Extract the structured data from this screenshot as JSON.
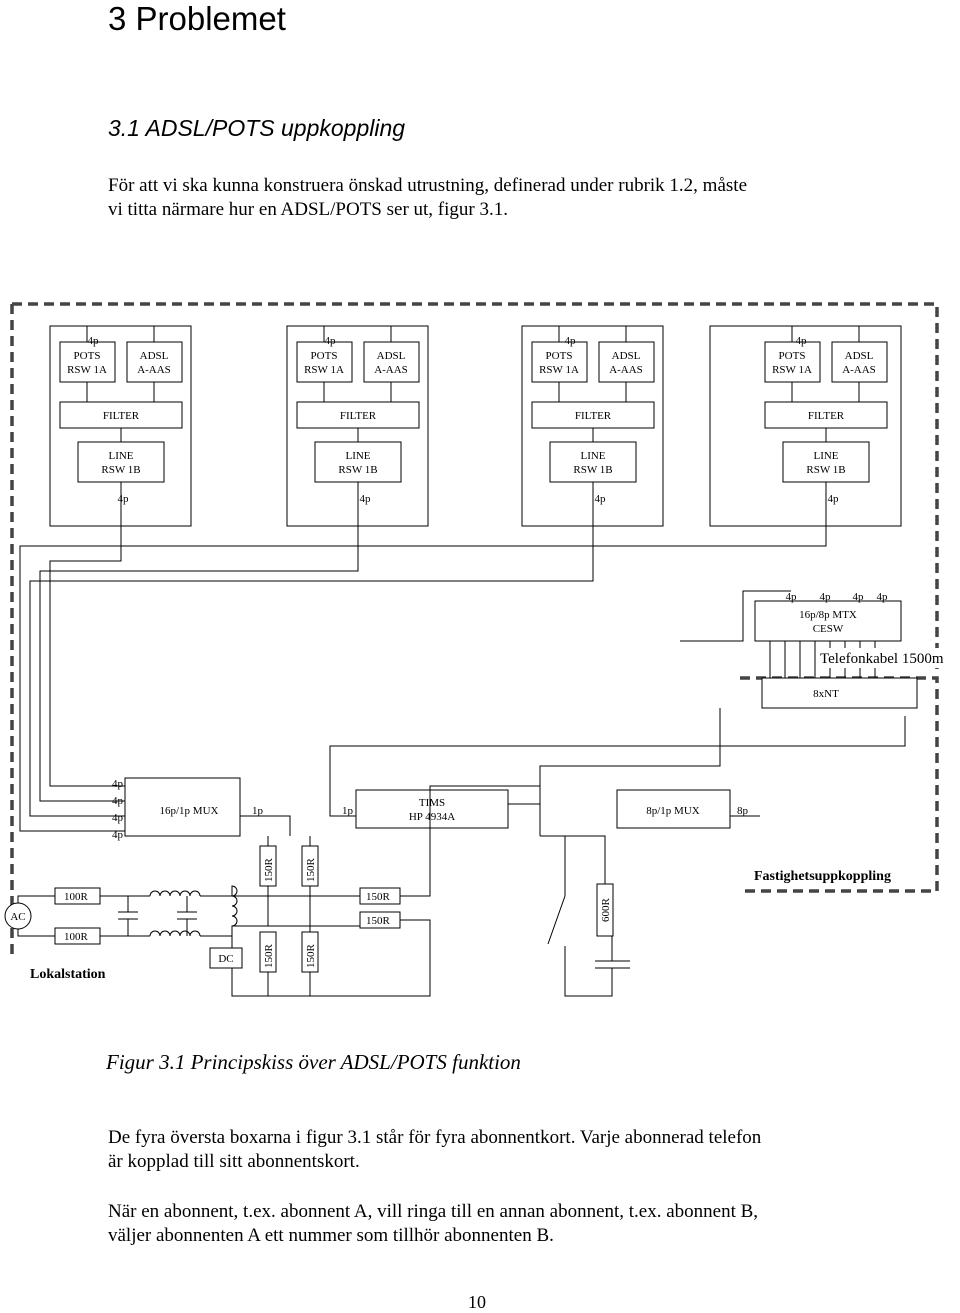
{
  "page": {
    "chapter_title": "3 Problemet",
    "section_title": "3.1 ADSL/POTS uppkoppling",
    "intro_line1": "För att vi ska kunna konstruera önskad utrustning, definerad under rubrik 1.2, måste",
    "intro_line2": "vi titta närmare hur en ADSL/POTS ser ut, figur 3.1.",
    "caption": "Figur 3.1 Principskiss över ADSL/POTS funktion",
    "para2_line1": "De fyra översta boxarna i figur 3.1 står för fyra abonnentkort. Varje abonnerad telefon",
    "para2_line2": "är kopplad till sitt abonnentskort.",
    "para3_line1": "När en abonnent, t.ex. abonnent A, vill ringa till en annan abonnent, t.ex. abonnent B,",
    "para3_line2": "väljer abonnenten A ett nummer som tillhör abonnenten B.",
    "page_number": "10"
  },
  "diagram": {
    "cards": [
      {
        "pots_1": "POTS",
        "pots_2": "RSW 1A",
        "adsl_1": "ADSL",
        "adsl_2": "A-AAS",
        "filter": "FILTER",
        "line_1": "LINE",
        "line_2": "RSW 1B",
        "top_port": "4p",
        "bottom_port": "4p"
      },
      {
        "pots_1": "POTS",
        "pots_2": "RSW 1A",
        "adsl_1": "ADSL",
        "adsl_2": "A-AAS",
        "filter": "FILTER",
        "line_1": "LINE",
        "line_2": "RSW 1B",
        "top_port": "4p",
        "bottom_port": "4p"
      },
      {
        "pots_1": "POTS",
        "pots_2": "RSW 1A",
        "adsl_1": "ADSL",
        "adsl_2": "A-AAS",
        "filter": "FILTER",
        "line_1": "LINE",
        "line_2": "RSW 1B",
        "top_port": "4p",
        "bottom_port": "4p"
      },
      {
        "pots_1": "POTS",
        "pots_2": "RSW 1A",
        "adsl_1": "ADSL",
        "adsl_2": "A-AAS",
        "filter": "FILTER",
        "line_1": "LINE",
        "line_2": "RSW 1B",
        "top_port": "4p",
        "bottom_port": "4p"
      }
    ],
    "mtx": {
      "line_1": "16p/8p MTX",
      "line_2": "CESW",
      "ports": [
        "4p",
        "4p",
        "4p",
        "4p"
      ]
    },
    "telefonkabel": "Telefonkabel 1500m",
    "nt": "8xNT",
    "mux16": {
      "label": "16p/1p MUX",
      "inputs": [
        "4p",
        "4p",
        "4p",
        "4p"
      ],
      "output": "1p"
    },
    "tims": {
      "line_1": "TIMS",
      "line_2": "HP 4934A",
      "input": "1p"
    },
    "mux8": {
      "label": "8p/1p MUX",
      "output": "8p"
    },
    "fastighet": "Fastighetsuppkoppling",
    "lokalstation": "Lokalstation",
    "ac": "AC",
    "dc": "DC",
    "r100_top": "100R",
    "r100_bottom": "100R",
    "r150_upper_a": "150R",
    "r150_upper_b": "150R",
    "r150_lower_a": "150R",
    "r150_lower_b": "150R",
    "r150_mid_top": "150R",
    "r150_mid_bottom": "150R",
    "r600": "600R"
  }
}
